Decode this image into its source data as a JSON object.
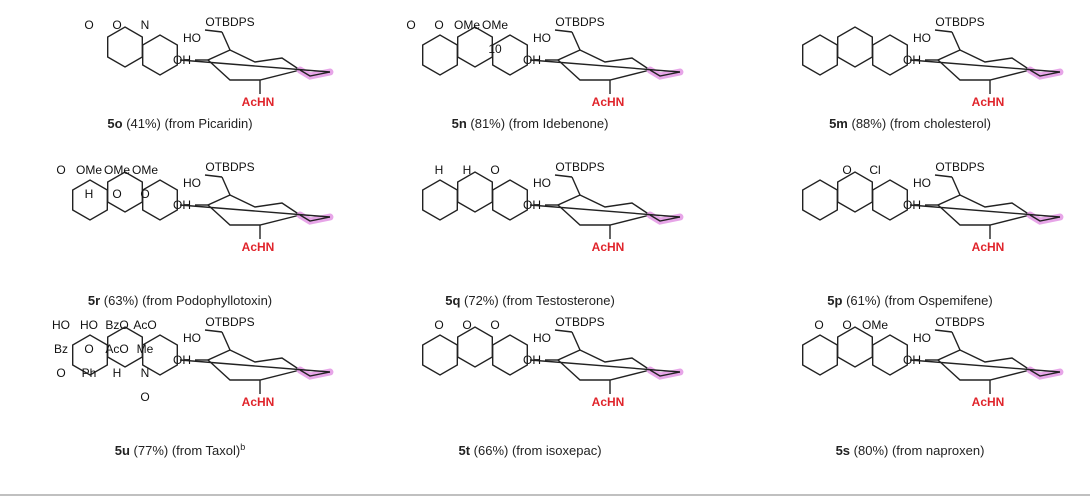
{
  "compounds": [
    {
      "id": "5o",
      "caption": "(41%) (from Picaridin)",
      "sugar": {
        "otbdps": "OTBDPS",
        "oh_top": "HO",
        "oh_right": "OH",
        "achn": "AcHN"
      },
      "frag": [
        "N",
        "O",
        "O"
      ]
    },
    {
      "id": "5n",
      "caption": "(81%) (from Idebenone)",
      "sugar": {
        "otbdps": "OTBDPS",
        "oh_top": "HO",
        "oh_right": "OH",
        "achn": "AcHN"
      },
      "frag": [
        "OMe",
        "OMe",
        "O",
        "O",
        "10"
      ]
    },
    {
      "id": "5m",
      "caption": "(88%) (from cholesterol)",
      "sugar": {
        "otbdps": "OTBDPS",
        "oh_top": "HO",
        "oh_right": "OH",
        "achn": "AcHN"
      },
      "frag": []
    },
    {
      "id": "5r",
      "caption": "(63%) (from Podophyllotoxin)",
      "sugar": {
        "otbdps": "OTBDPS",
        "oh_top": "HO",
        "oh_right": "OH",
        "achn": "AcHN"
      },
      "frag": [
        "OMe",
        "OMe",
        "OMe",
        "O",
        "O",
        "O",
        "H"
      ]
    },
    {
      "id": "5q",
      "caption": "(72%) (from Testosterone)",
      "sugar": {
        "otbdps": "OTBDPS",
        "oh_top": "HO",
        "oh_right": "OH",
        "achn": "AcHN"
      },
      "frag": [
        "O",
        "H",
        "H"
      ]
    },
    {
      "id": "5p",
      "caption": "(61%) (from Ospemifene)",
      "sugar": {
        "otbdps": "OTBDPS",
        "oh_top": "HO",
        "oh_right": "OH",
        "achn": "AcHN"
      },
      "frag": [
        "Cl",
        "O"
      ]
    },
    {
      "id": "5u",
      "caption": "(77%) (from Taxol)",
      "sup": "b",
      "sugar": {
        "otbdps": "OTBDPS",
        "oh_top": "HO",
        "oh_right": "OH",
        "achn": "AcHN"
      },
      "frag": [
        "AcO",
        "BzO",
        "HO",
        "HO",
        "Me",
        "AcO",
        "O",
        "Bz",
        "N",
        "H",
        "Ph",
        "O",
        "O"
      ]
    },
    {
      "id": "5t",
      "caption": "(66%) (from isoxepac)",
      "sugar": {
        "otbdps": "OTBDPS",
        "oh_top": "HO",
        "oh_right": "OH",
        "achn": "AcHN"
      },
      "frag": [
        "O",
        "O",
        "O"
      ]
    },
    {
      "id": "5s",
      "caption": "(80%) (from naproxen)",
      "sugar": {
        "otbdps": "OTBDPS",
        "oh_top": "HO",
        "oh_right": "OH",
        "achn": "AcHN"
      },
      "frag": [
        "OMe",
        "O",
        "O"
      ]
    }
  ]
}
